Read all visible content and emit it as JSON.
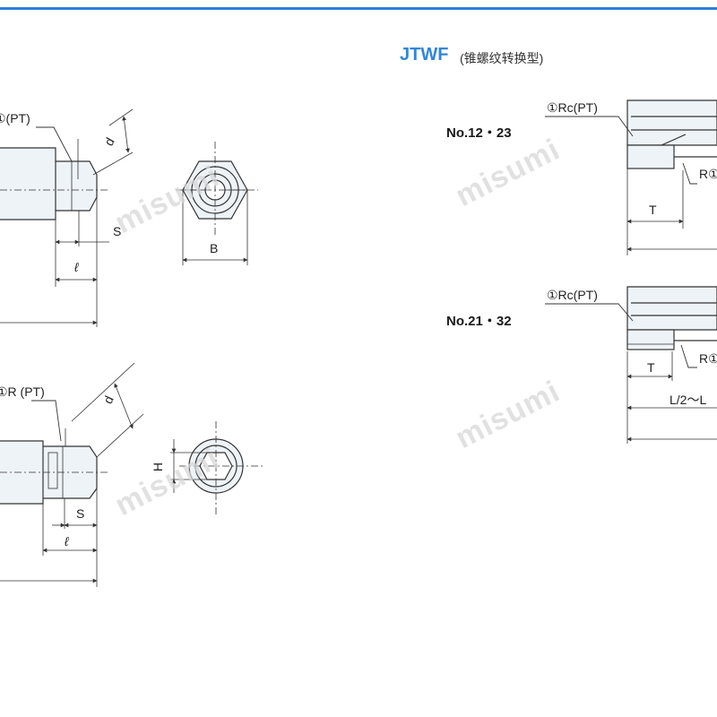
{
  "header": {
    "title_code": "JTWF",
    "title_desc": "(锥螺纹转换型)"
  },
  "models": {
    "upper": "No.12・23",
    "lower": "No.21・32"
  },
  "left_upper": {
    "thread_label": "①(PT)",
    "dim_d": "d",
    "dim_s": "S",
    "dim_l": "ℓ",
    "dim_b": "B"
  },
  "left_lower": {
    "thread_label": "①R (PT)",
    "dim_d": "d",
    "dim_s": "S",
    "dim_l": "ℓ",
    "dim_h": "H"
  },
  "right_upper": {
    "rc_label": "①Rc(PT)",
    "r_label": "R①",
    "dim_t": "T"
  },
  "right_lower": {
    "rc_label": "①Rc(PT)",
    "r_label": "R①",
    "dim_t": "T",
    "dim_l": "L/2〜L"
  },
  "watermark": "misumi",
  "colors": {
    "accent": "#2e7fd8",
    "title": "#2f86d9",
    "line": "#333333",
    "part_fill": "#eef3f7"
  }
}
